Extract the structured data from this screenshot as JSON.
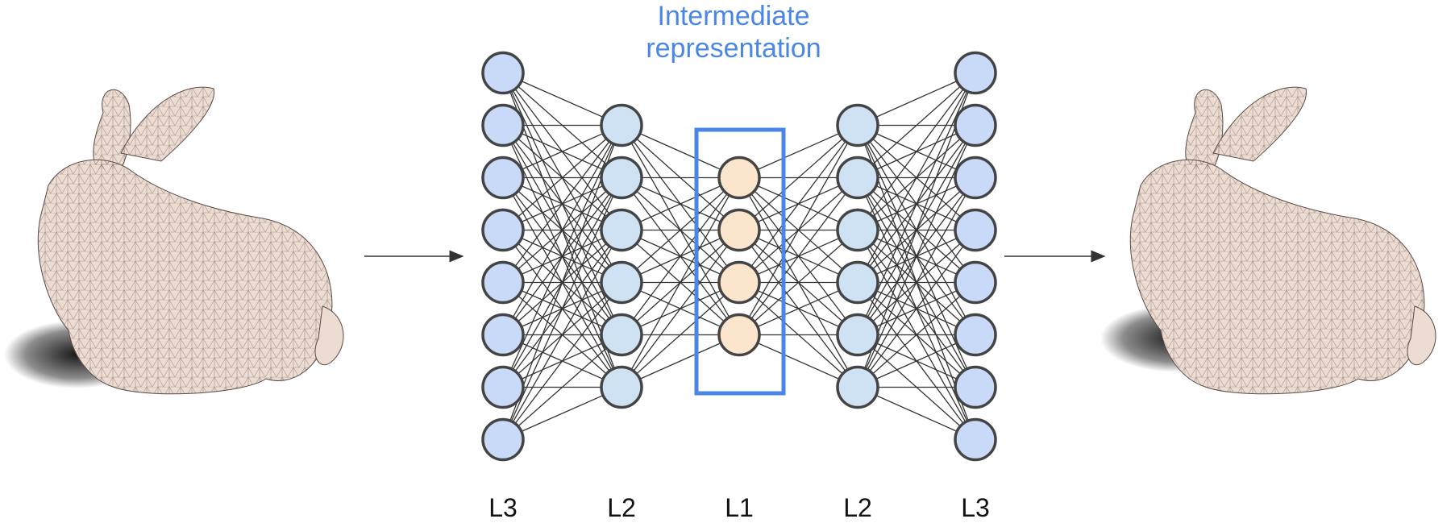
{
  "title": {
    "line1": "Intermediate",
    "line2": "representation",
    "color": "#4a86e8"
  },
  "layers": [
    {
      "label": "L3",
      "nodes": 8,
      "fill": "#c9daf8"
    },
    {
      "label": "L2",
      "nodes": 6,
      "fill": "#cfe2f3"
    },
    {
      "label": "L1",
      "nodes": 4,
      "fill": "#fce5cd"
    },
    {
      "label": "L2",
      "nodes": 6,
      "fill": "#cfe2f3"
    },
    {
      "label": "L3",
      "nodes": 8,
      "fill": "#c9daf8"
    }
  ],
  "colors": {
    "node_stroke": "#444444",
    "edge": "#333333",
    "highlight_box": "#4a86e8",
    "mesh_fill": "#ecdcd2",
    "mesh_line": "#6b5a52"
  },
  "images": {
    "input": "stanford-bunny-mesh",
    "output": "stanford-bunny-mesh-reconstructed"
  }
}
